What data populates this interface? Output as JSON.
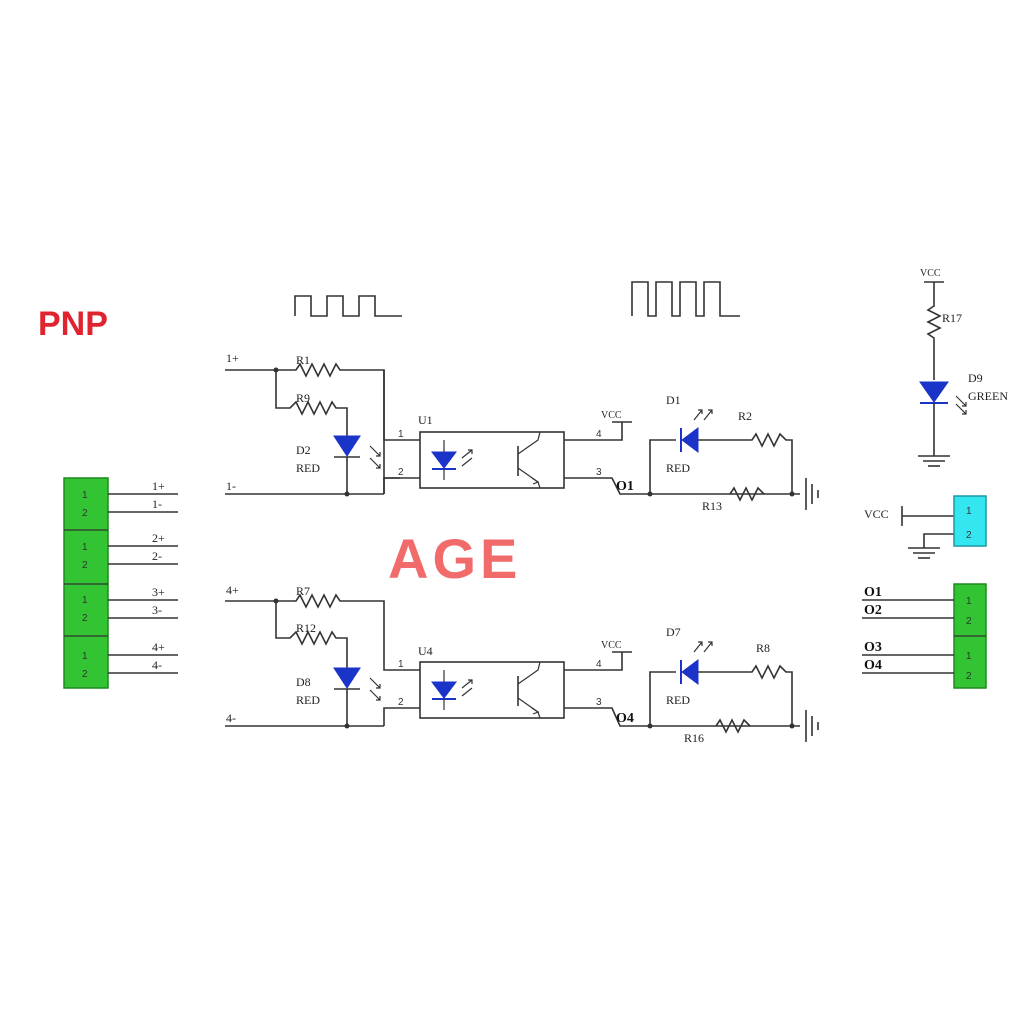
{
  "brand": {
    "pnp": "PNP",
    "watermark": "AGE"
  },
  "input_terminals": {
    "labels": [
      "1+",
      "1-",
      "2+",
      "2-",
      "3+",
      "3-",
      "4+",
      "4-"
    ],
    "pin_numbers": [
      "1",
      "2"
    ]
  },
  "output_terminals": {
    "labels": [
      "O1",
      "O2",
      "O3",
      "O4"
    ],
    "pin_numbers": [
      "1",
      "2"
    ]
  },
  "power_connector": {
    "vcc": "VCC",
    "pins": [
      "1",
      "2"
    ]
  },
  "power_led": {
    "vcc": "VCC",
    "resistor": "R17",
    "led": "D9",
    "color": "GREEN"
  },
  "channel1": {
    "in_plus": "1+",
    "in_minus": "1-",
    "r_in": "R1",
    "r_led": "R9",
    "led": "D2",
    "led_color": "RED",
    "opto": "U1",
    "pin1": "1",
    "pin2": "2",
    "pin3": "3",
    "pin4": "4",
    "vcc": "VCC",
    "out": "O1",
    "out_led": "D1",
    "out_led_color": "RED",
    "r_out_led": "R2",
    "r_out": "R13"
  },
  "channel4": {
    "in_plus": "4+",
    "in_minus": "4-",
    "r_in": "R7",
    "r_led": "R12",
    "led": "D8",
    "led_color": "RED",
    "opto": "U4",
    "pin1": "1",
    "pin2": "2",
    "pin3": "3",
    "pin4": "4",
    "vcc": "VCC",
    "out": "O4",
    "out_led": "D7",
    "out_led_color": "RED",
    "r_out_led": "R8",
    "r_out": "R16"
  },
  "colors": {
    "terminal_green": "#33c433",
    "terminal_cyan": "#33e6f0",
    "led_blue": "#1a33c8",
    "brand_red": "#e0242f",
    "watermark_red": "#f26b6b"
  }
}
